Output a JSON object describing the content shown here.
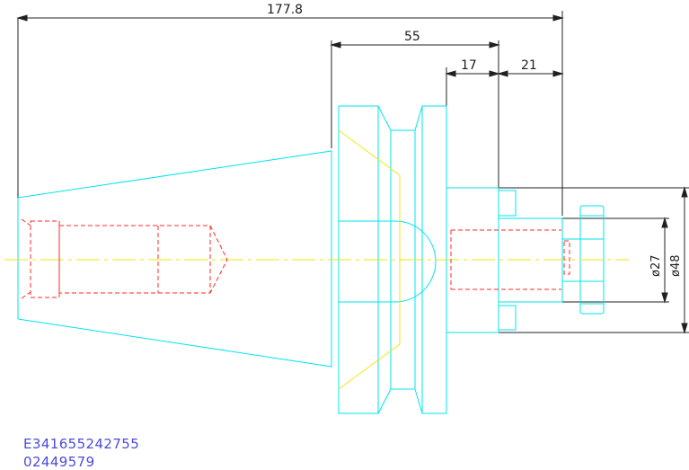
{
  "drawing": {
    "dimensions": {
      "overall_length": "177.8",
      "flange_length": "55",
      "hub_length": "17",
      "nose_length": "21",
      "small_diameter": "ø27",
      "large_diameter": "ø48"
    },
    "codes": {
      "line1": "E341655242755",
      "line2": "02449579"
    },
    "colors": {
      "outline": "#00e5ee",
      "hidden": "#ff2a2a",
      "centerline": "#f2e600",
      "dimension": "#202020",
      "code_text": "#4b4bd9"
    }
  }
}
